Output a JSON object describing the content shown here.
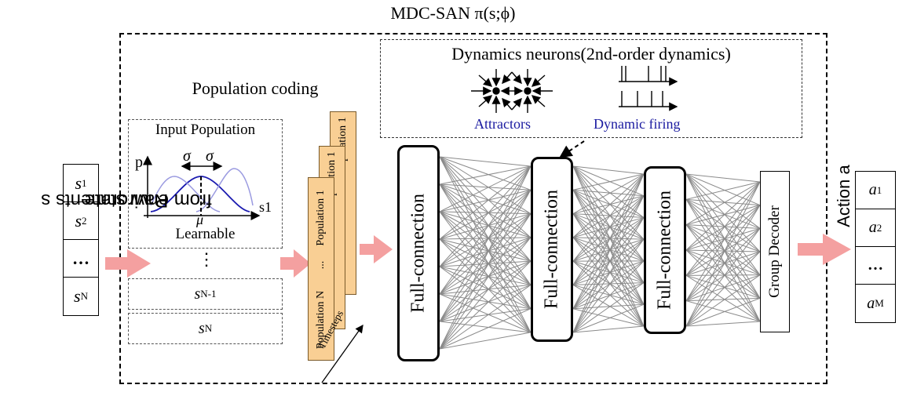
{
  "title": "MDC-SAN π(s;ϕ)",
  "raw_state_label": "Raw state",
  "raw_state_label2": "from environments s",
  "states": [
    "s1",
    "s2",
    "…",
    "sN"
  ],
  "state_items": [
    {
      "base": "s",
      "sub": "1"
    },
    {
      "base": "s",
      "sub": "2"
    },
    {
      "base": "…",
      "sub": ""
    },
    {
      "base": "s",
      "sub": "N"
    }
  ],
  "population_coding": {
    "title": "Population coding",
    "input_population": "Input Population",
    "p_label": "p",
    "s1_label": "s1",
    "sigma": "σ",
    "mu": "μ",
    "learnable": "Learnable",
    "vdots": "⋮",
    "s_n1": {
      "base": "s",
      "sub": "N-1"
    },
    "s_n": {
      "base": "s",
      "sub": "N"
    }
  },
  "populations": {
    "front_top": "Population 1",
    "front_bottom": "Population N",
    "ellipsis": "...",
    "timesteps": "Timesteps"
  },
  "dynamics": {
    "title": "Dynamics neurons(2nd-order dynamics)",
    "attractors": "Attractors",
    "firing": "Dynamic firing"
  },
  "layers": [
    "Full-connection",
    "Full-connection",
    "Full-connection"
  ],
  "decoder": "Group Decoder",
  "action_label": "Action a",
  "actions": [
    {
      "base": "a",
      "sub": "1"
    },
    {
      "base": "a",
      "sub": "2"
    },
    {
      "base": "…",
      "sub": ""
    },
    {
      "base": "a",
      "sub": "M"
    }
  ],
  "colors": {
    "arrow": "#f4a0a0",
    "population_card": "#f9cf94",
    "curve_dark": "#1b1bb0",
    "curve_light": "#9a9ae0",
    "label_blue": "#1a1aa0",
    "connection": "#8a8a8a"
  }
}
